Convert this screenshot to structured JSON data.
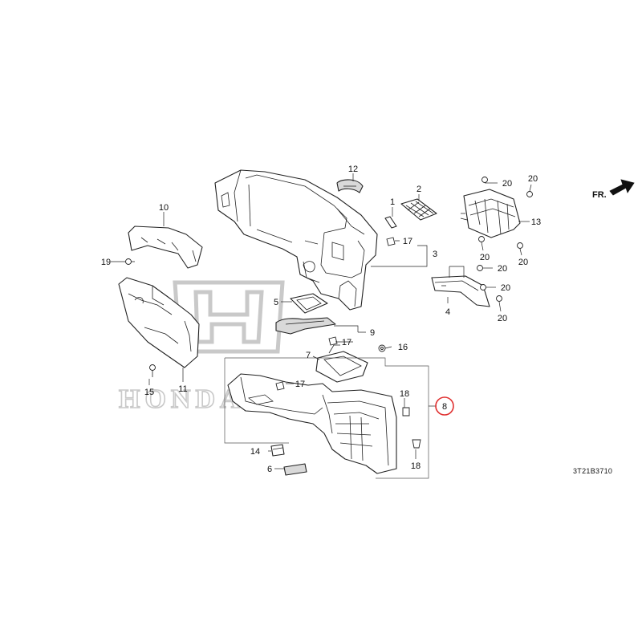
{
  "diagram": {
    "image_code": "3T21B3710",
    "front_indicator": "FR.",
    "highlighted_callout": "8",
    "watermark": "HONDA",
    "callouts": [
      {
        "id": "c1",
        "label": "1"
      },
      {
        "id": "c2",
        "label": "2"
      },
      {
        "id": "c3",
        "label": "3"
      },
      {
        "id": "c4",
        "label": "4"
      },
      {
        "id": "c5",
        "label": "5"
      },
      {
        "id": "c6",
        "label": "6"
      },
      {
        "id": "c7",
        "label": "7"
      },
      {
        "id": "c8",
        "label": "8"
      },
      {
        "id": "c9",
        "label": "9"
      },
      {
        "id": "c10",
        "label": "10"
      },
      {
        "id": "c11",
        "label": "11"
      },
      {
        "id": "c12",
        "label": "12"
      },
      {
        "id": "c13",
        "label": "13"
      },
      {
        "id": "c14",
        "label": "14"
      },
      {
        "id": "c15",
        "label": "15"
      },
      {
        "id": "c16",
        "label": "16"
      },
      {
        "id": "c17a",
        "label": "17"
      },
      {
        "id": "c17b",
        "label": "17"
      },
      {
        "id": "c17c",
        "label": "17"
      },
      {
        "id": "c18a",
        "label": "18"
      },
      {
        "id": "c18b",
        "label": "18"
      },
      {
        "id": "c19",
        "label": "19"
      },
      {
        "id": "c20a",
        "label": "20"
      },
      {
        "id": "c20b",
        "label": "20"
      },
      {
        "id": "c20c",
        "label": "20"
      },
      {
        "id": "c20d",
        "label": "20"
      },
      {
        "id": "c20e",
        "label": "20"
      },
      {
        "id": "c20f",
        "label": "20"
      },
      {
        "id": "c20g",
        "label": "20"
      }
    ]
  }
}
